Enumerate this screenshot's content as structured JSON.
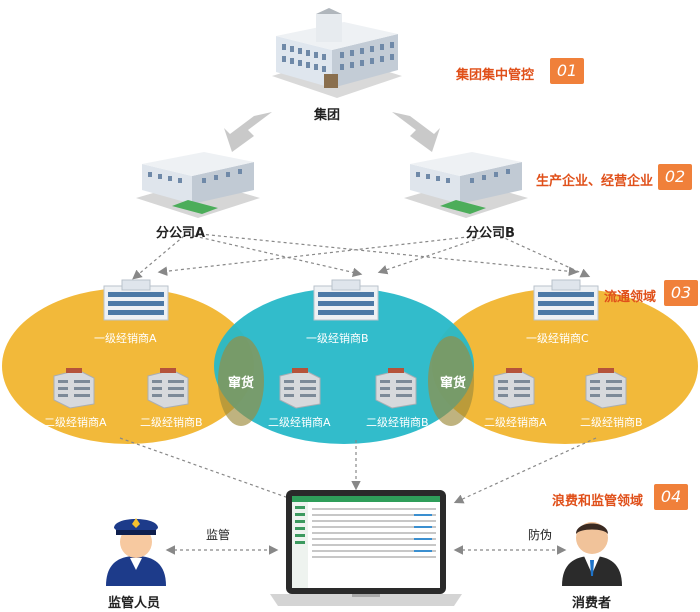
{
  "hq": {
    "label": "集团"
  },
  "branches": [
    {
      "label": "分公司A"
    },
    {
      "label": "分公司B"
    }
  ],
  "steps": [
    {
      "text": "集团集中管控",
      "num": "01"
    },
    {
      "text": "生产企业、经营企业",
      "num": "02"
    },
    {
      "text": "流通领域",
      "num": "03"
    },
    {
      "text": "浪费和监管领域",
      "num": "04"
    }
  ],
  "regions": [
    {
      "primary": "一级经销商A",
      "secondary": [
        "二级经销商A",
        "二级经销商B"
      ]
    },
    {
      "primary": "一级经销商B",
      "secondary": [
        "二级经销商A",
        "二级经销商B"
      ]
    },
    {
      "primary": "一级经销商C",
      "secondary": [
        "二级经销商A",
        "二级经销商B"
      ]
    }
  ],
  "overlaps": [
    "窜货",
    "窜货"
  ],
  "people": {
    "regulator": {
      "label": "监管人员",
      "action": "监管"
    },
    "consumer": {
      "label": "消费者",
      "action": "防伪"
    }
  },
  "colors": {
    "gold": "#f2b93a",
    "teal": "#27b8c8",
    "accent": "#f0803a",
    "accent_text": "#e0501a"
  }
}
